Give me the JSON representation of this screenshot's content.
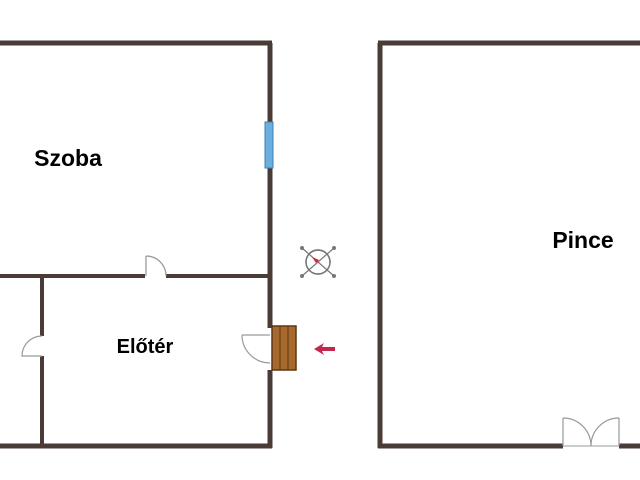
{
  "rooms": [
    {
      "id": "szoba",
      "label": "Szoba"
    },
    {
      "id": "eloter",
      "label": "Előtér"
    },
    {
      "id": "pince",
      "label": "Pince"
    }
  ],
  "colors": {
    "wall": "#4a3b36",
    "window": "#6ab0de",
    "door_arc": "#9a9a9a",
    "stairs": "#a86a2c",
    "entrance_arrow": "#c0284e",
    "compass_needle": "#d21e3c"
  },
  "icons": {
    "compass": "compass-icon",
    "entrance": "entrance-arrow-icon"
  }
}
